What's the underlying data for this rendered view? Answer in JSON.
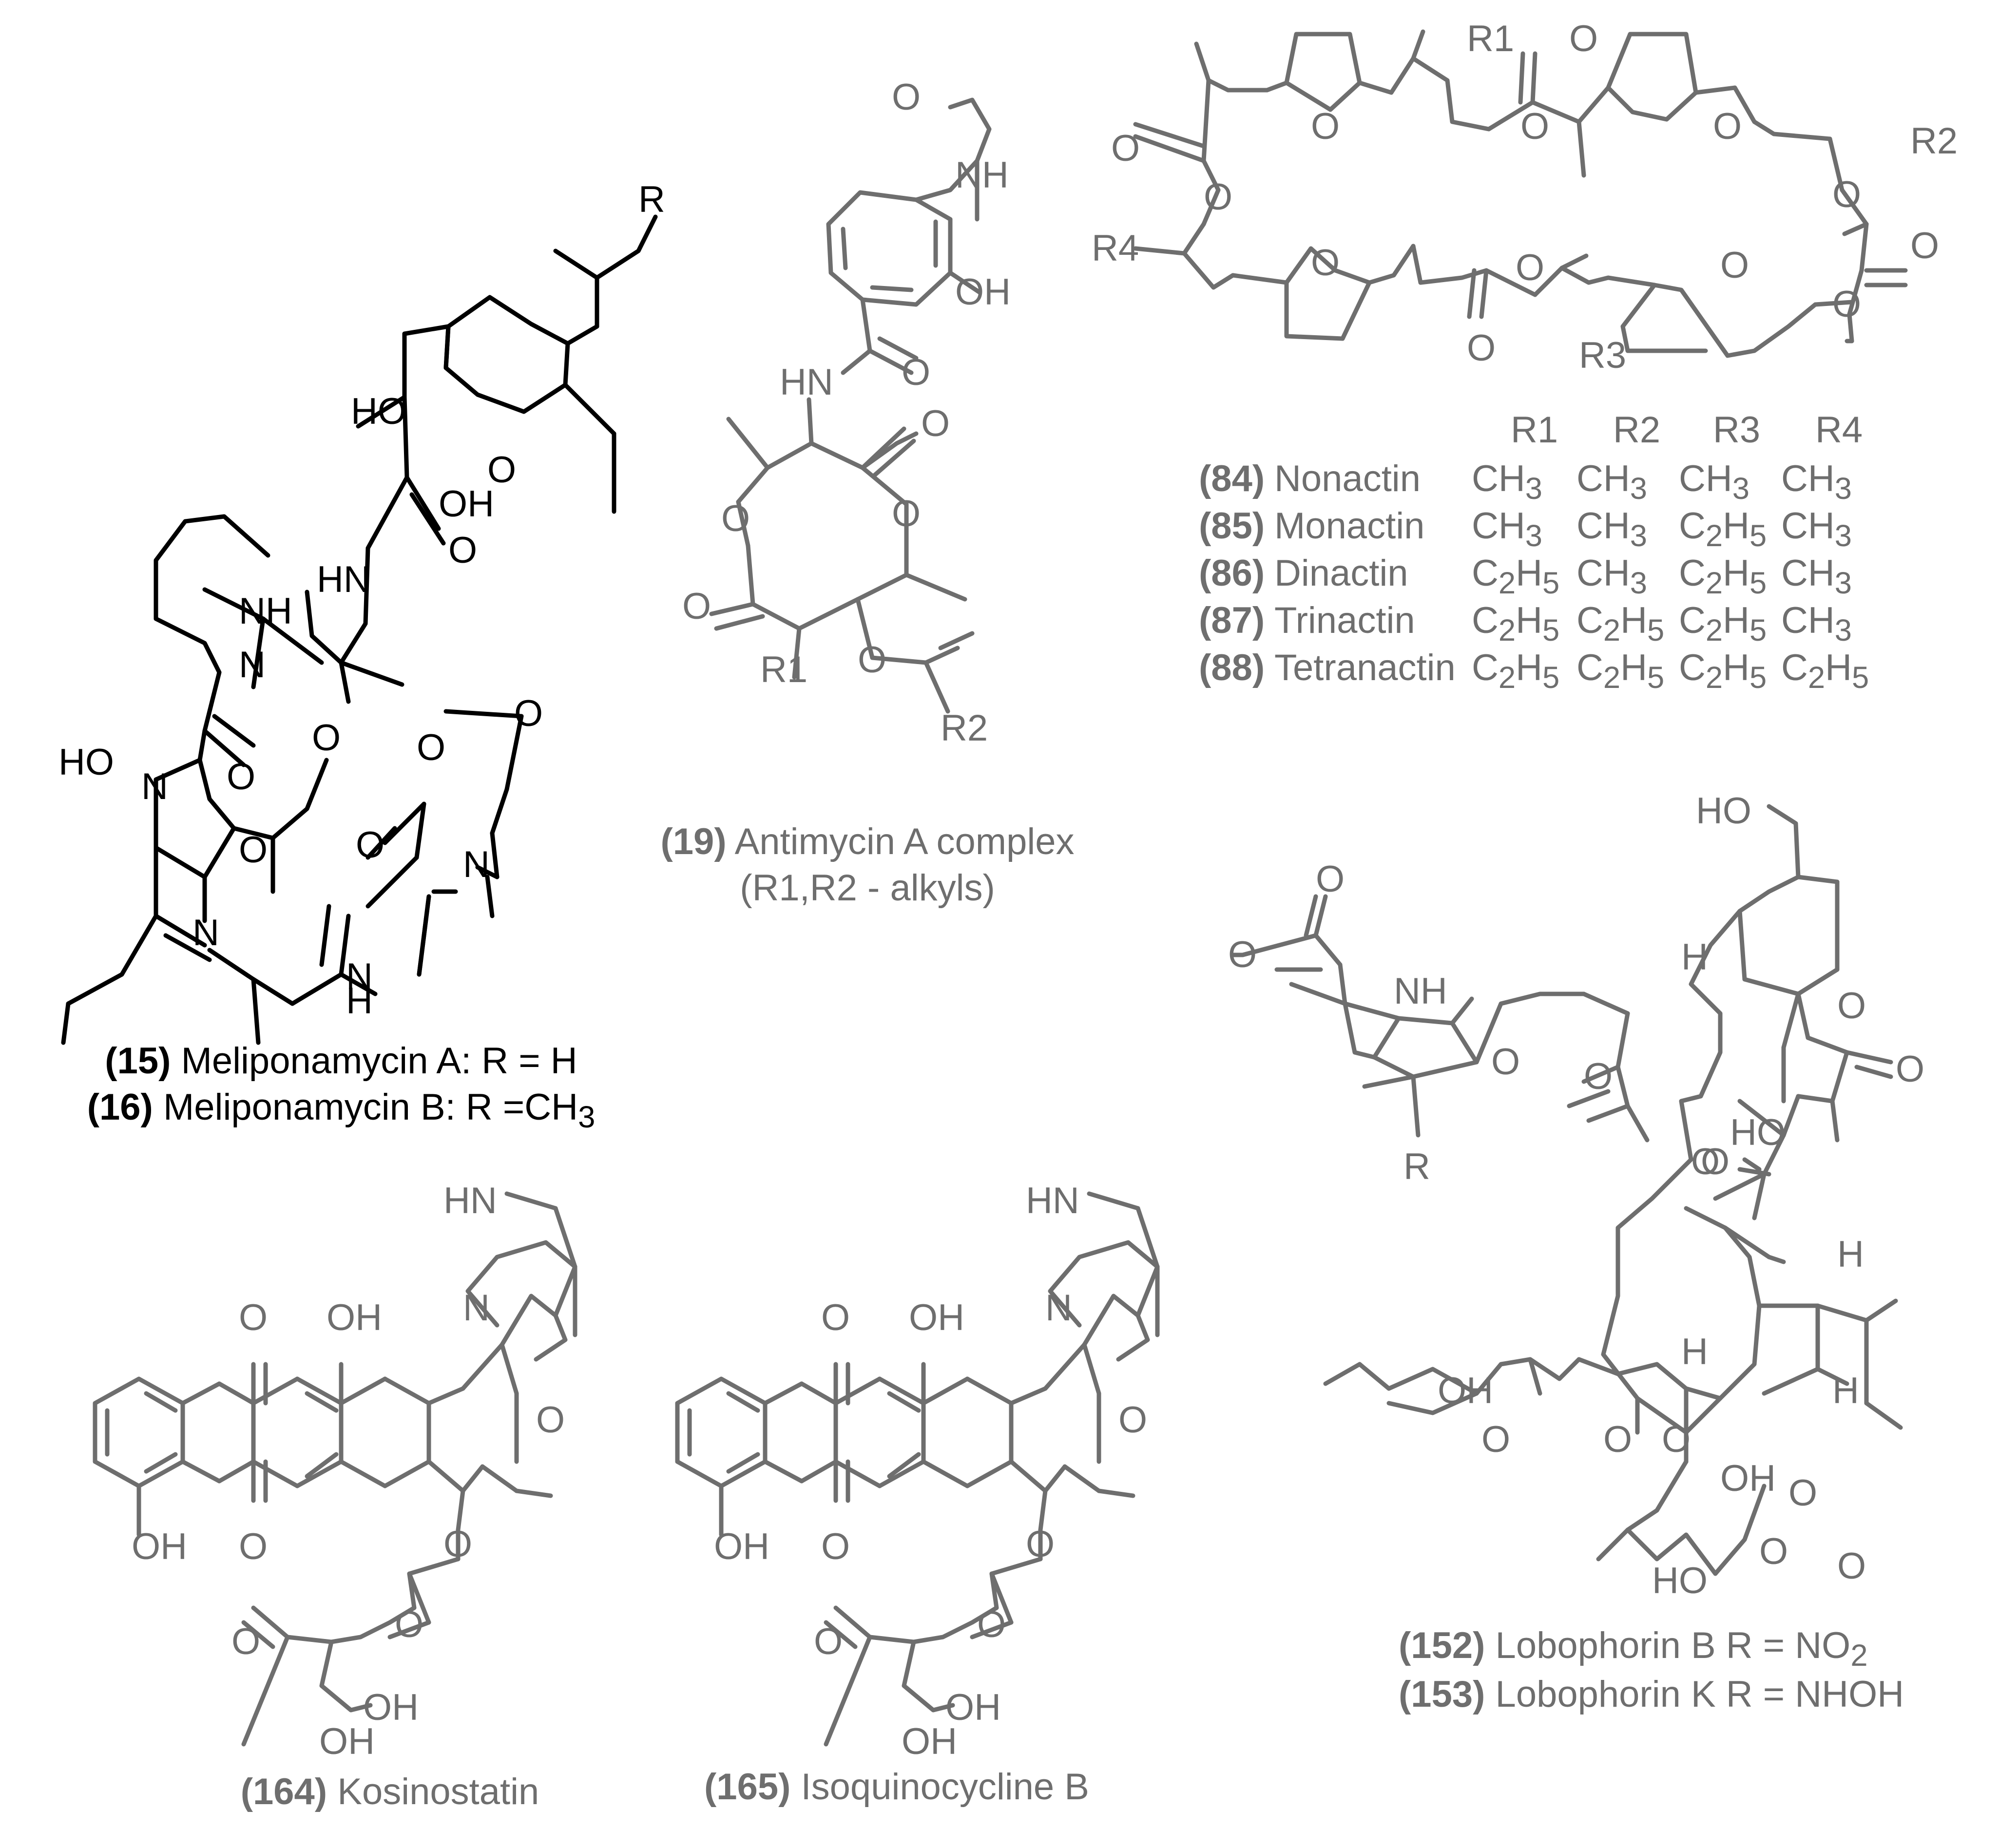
{
  "colors": {
    "black": "#000000",
    "grey": "#6e6e6e",
    "background": "#ffffff"
  },
  "atom_labels": {
    "meliponamycin": [
      "R",
      "HO",
      "OH",
      "O",
      "O",
      "HN",
      "NH",
      "N",
      "O",
      "O",
      "O",
      "HO",
      "N",
      "O",
      "O",
      "O",
      "N",
      "N",
      "N",
      "H"
    ],
    "antimycin": [
      "O",
      "NH",
      "OH",
      "HN",
      "O",
      "O",
      "O",
      "O",
      "O",
      "O",
      "R1",
      "R2"
    ],
    "nonactin": [
      "R1",
      "O",
      "O",
      "O",
      "O",
      "O",
      "R2",
      "O",
      "O",
      "R4",
      "O",
      "O",
      "O",
      "O",
      "O",
      "O",
      "R3"
    ],
    "lobophorin": [
      "HO",
      "H",
      "O",
      "O",
      "O",
      "O",
      "NH",
      "O",
      "O",
      "O",
      "HO",
      "O",
      "R",
      "H",
      "H",
      "H",
      "OH",
      "O",
      "O",
      "O",
      "O",
      "OH",
      "O",
      "O",
      "HO"
    ],
    "kosinostatin": [
      "HN",
      "N",
      "O",
      "OH",
      "O",
      "OH",
      "O",
      "O",
      "O",
      "O",
      "OH",
      "OH"
    ],
    "isoquinocycline": [
      "HN",
      "N",
      "O",
      "OH",
      "O",
      "OH",
      "O",
      "O",
      "O",
      "O",
      "OH",
      "OH"
    ]
  },
  "captions": {
    "c15": {
      "num": "(15)",
      "text": "Meliponamycin A: R = H"
    },
    "c16": {
      "num": "(16)",
      "text": "Meliponamycin B: R =CH",
      "sub": "3"
    },
    "c19": {
      "num": "(19)",
      "text": "Antimycin A complex",
      "line2": "(R1,R2 - alkyls)"
    },
    "c152": {
      "num": "(152)",
      "text": "Lobophorin B R = NO",
      "sub": "2"
    },
    "c153": {
      "num": "(153)",
      "text": "Lobophorin K R = NHOH"
    },
    "c164": {
      "num": "(164)",
      "text": "Kosinostatin"
    },
    "c165": {
      "num": "(165)",
      "text": "Isoquinocycline B"
    }
  },
  "nactin_table": {
    "headers": [
      "R1",
      "R2",
      "R3",
      "R4"
    ],
    "rows": [
      {
        "num": "(84)",
        "name": "Nonactin",
        "r": [
          [
            "CH",
            "3"
          ],
          [
            "CH",
            "3"
          ],
          [
            "CH",
            "3"
          ],
          [
            "CH",
            "3"
          ]
        ]
      },
      {
        "num": "(85)",
        "name": "Monactin",
        "r": [
          [
            "CH",
            "3"
          ],
          [
            "CH",
            "3"
          ],
          [
            "C",
            "2",
            "H",
            "5"
          ],
          [
            "CH",
            "3"
          ]
        ]
      },
      {
        "num": "(86)",
        "name": "Dinactin",
        "r": [
          [
            "C",
            "2",
            "H",
            "5"
          ],
          [
            "CH",
            "3"
          ],
          [
            "C",
            "2",
            "H",
            "5"
          ],
          [
            "CH",
            "3"
          ]
        ]
      },
      {
        "num": "(87)",
        "name": "Trinactin",
        "r": [
          [
            "C",
            "2",
            "H",
            "5"
          ],
          [
            "C",
            "2",
            "H",
            "5"
          ],
          [
            "C",
            "2",
            "H",
            "5"
          ],
          [
            "CH",
            "3"
          ]
        ]
      },
      {
        "num": "(88)",
        "name": "Tetranactin",
        "r": [
          [
            "C",
            "2",
            "H",
            "5"
          ],
          [
            "C",
            "2",
            "H",
            "5"
          ],
          [
            "C",
            "2",
            "H",
            "5"
          ],
          [
            "C",
            "2",
            "H",
            "5"
          ]
        ]
      }
    ]
  }
}
